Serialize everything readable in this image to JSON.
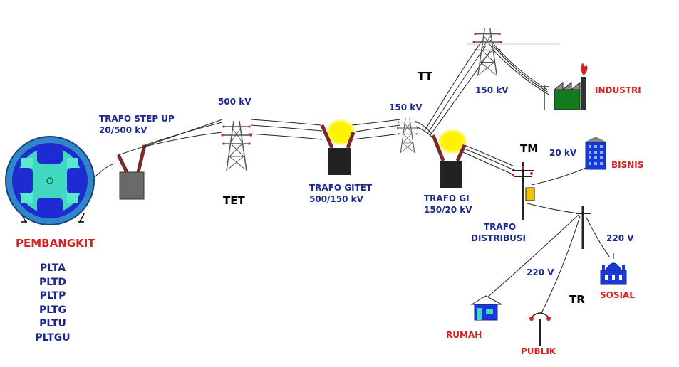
{
  "labels": {
    "generator": "PEMBANGKIT",
    "trafo_step_up_line1": "TRAFO STEP UP",
    "trafo_step_up_line2": "20/500 kV",
    "v500": "500 kV",
    "tet": "TET",
    "trafo_gitet_line1": "TRAFO GITET",
    "trafo_gitet_line2": "500/150 kV",
    "v150_left": "150 kV",
    "tt": "TT",
    "v150_top": "150 kV",
    "trafo_gi_line1": "TRAFO GI",
    "trafo_gi_line2": "150/20 kV",
    "tm": "TM",
    "v20": "20 kV",
    "industri": "INDUSTRI",
    "bisnis": "BISNIS",
    "trafo_distribusi_line1": "TRAFO",
    "trafo_distribusi_line2": "DISTRIBUSI",
    "v220_right": "220 V",
    "v220_mid": "220 V",
    "tr": "TR",
    "sosial": "SOSIAL",
    "rumah": "RUMAH",
    "publik": "PUBLIK"
  },
  "plant_types": [
    "PLTA",
    "PLTD",
    "PLTP",
    "PLTG",
    "PLTU",
    "PLTGU"
  ],
  "colors": {
    "label_blue": "#1c2a8c",
    "label_red": "#d42020",
    "generator_ring": "#2f86c8",
    "generator_teal": "#40d8c0",
    "generator_core": "#1d2bd0",
    "transformer_glow": "#fff200",
    "factory_green": "#147a1e",
    "building_blue": "#1a3ad8"
  }
}
